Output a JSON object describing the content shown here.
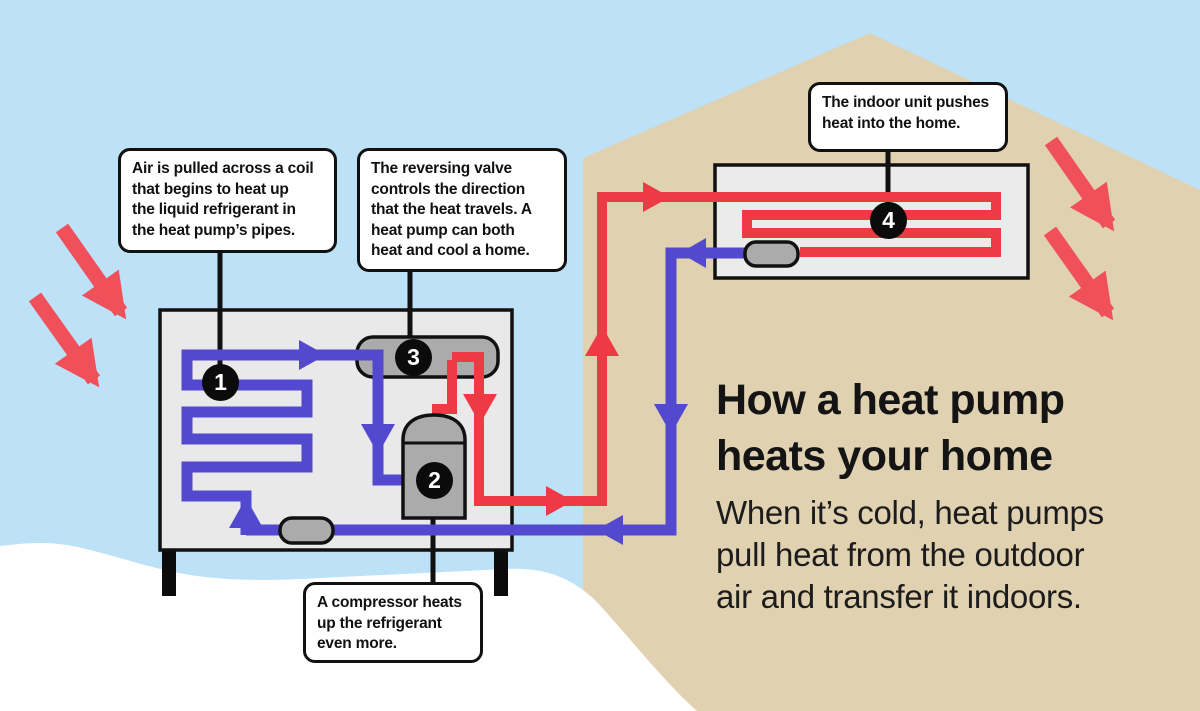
{
  "title": "How a heat pump\nheats your home",
  "subtitle": "When it’s cold, heat pumps\npull heat from the outdoor\nair and transfer it indoors.",
  "callouts": {
    "coil": "Air is pulled across a coil\nthat begins to heat up\nthe liquid refrigerant in\nthe heat pump’s pipes.",
    "valve": "The reversing valve\ncontrols the direction\nthat the heat travels. A\nheat pump can both\nheat and cool a home.",
    "indoor": "The indoor unit pushes\nheat into the home.",
    "compressor": "A compressor heats\nup the refrigerant\neven more."
  },
  "badges": {
    "one": "1",
    "two": "2",
    "three": "3",
    "four": "4"
  },
  "icons": {
    "outdoor_heat_arrows": "red-diagonal-arrow-icon",
    "indoor_heat_arrows": "red-diagonal-arrow-icon"
  },
  "colors": {
    "sky": "#bde1f6",
    "house": "#e0d1b1",
    "snow": "#ffffff",
    "hot_pipe_red": "#ed3a44",
    "heat_arrow_red": "#f0505a",
    "cold_pipe_blue": "#5349ce",
    "unit_fill": "#e9e9e9",
    "component_gray": "#ababab",
    "outline_black": "#111111",
    "text_black": "#141414"
  }
}
